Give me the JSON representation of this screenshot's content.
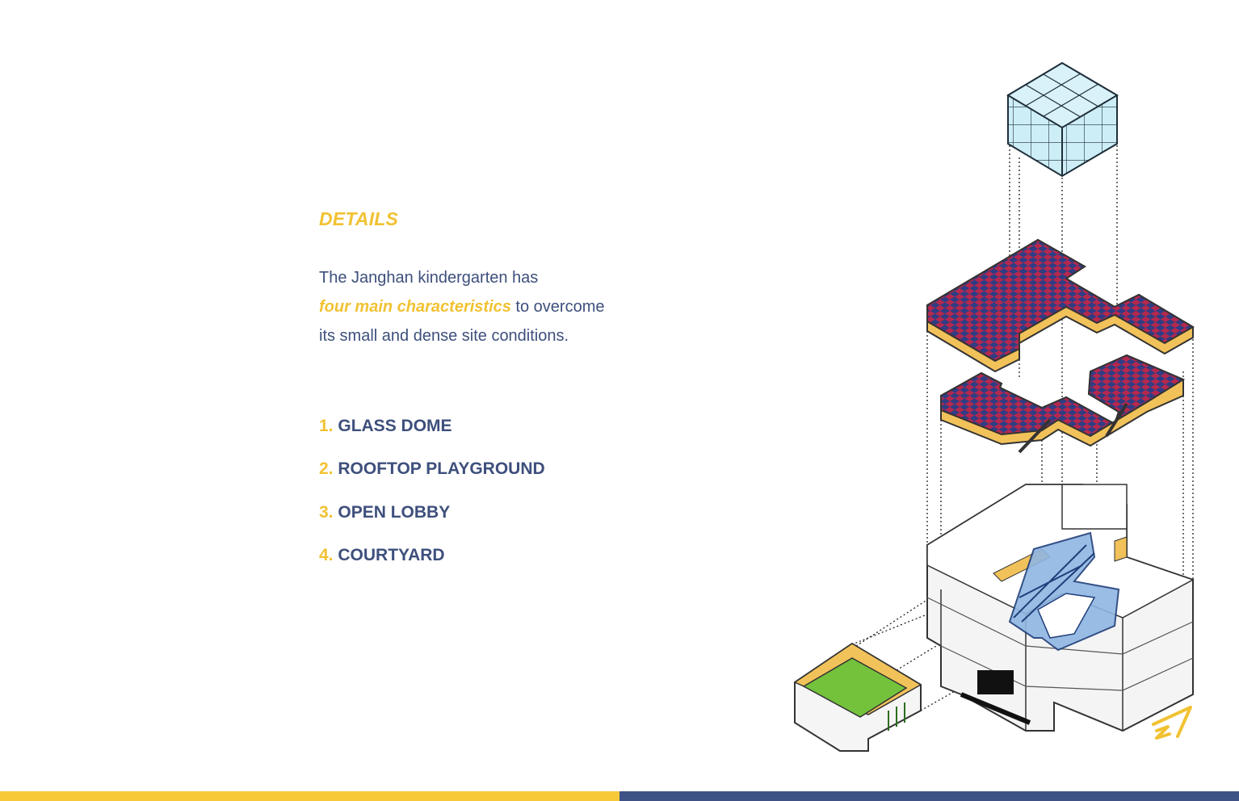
{
  "section": {
    "heading": "DETAILS"
  },
  "intro": {
    "line1": "The Janghan kindergarten has",
    "highlight": "four main characteristics",
    "line2_rest": " to overcome",
    "line3": "its small and dense site conditions."
  },
  "characteristics": [
    {
      "number": "1.",
      "label": "GLASS DOME"
    },
    {
      "number": "2.",
      "label": "ROOFTOP PLAYGROUND"
    },
    {
      "number": "3.",
      "label": "OPEN LOBBY"
    },
    {
      "number": "4.",
      "label": "COURTYARD"
    }
  ],
  "colors": {
    "accent_yellow": "#f1c232",
    "text_navy": "#3d4f7c",
    "bar_yellow": "#f7c83a",
    "bar_navy": "#3e5286",
    "glass": "#bfe6f2",
    "playground_red": "#b5284e",
    "playground_blue": "#2e3d84",
    "lawn_green": "#74c23c",
    "stair_blue": "#8fb6e3"
  },
  "icons": {
    "diagram": "exploded-axonometric-building",
    "logo": "paper-plane-logo-icon"
  }
}
